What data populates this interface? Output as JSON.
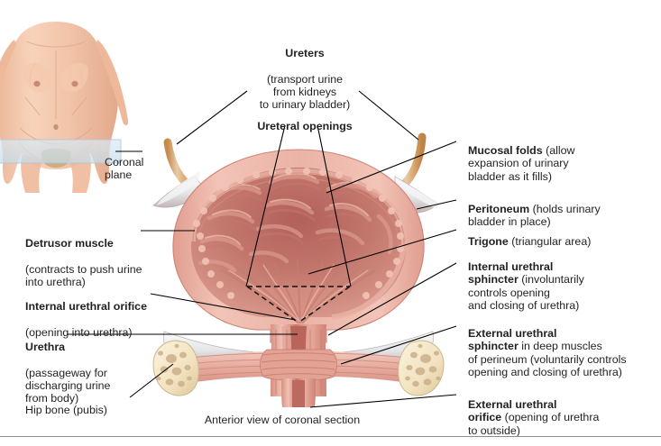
{
  "figure": {
    "title": "Urinary bladder, anterior view of coronal section",
    "caption": "Anterior view of coronal section",
    "background_color": "#ffffff",
    "rule_color": "#8d8d8d"
  },
  "inset": {
    "name": "female torso with coronal plane",
    "plane_label": "Coronal\nplane",
    "plane_color": "#cfe3ef",
    "skin_color": "#f3c5a8"
  },
  "labels": {
    "ureters": {
      "bold": "Ureters",
      "rest": "(transport urine\nfrom kidneys\nto urinary bladder)"
    },
    "ureteral_openings": {
      "bold": "Ureteral openings",
      "rest": ""
    },
    "mucosal_folds": {
      "bold": "Mucosal folds",
      "rest": " (allow\nexpansion of urinary\nbladder as it fills)"
    },
    "peritoneum": {
      "bold": "Peritoneum",
      "rest": " (holds urinary\nbladder in place)"
    },
    "trigone": {
      "bold": "Trigone",
      "rest": " (triangular area)"
    },
    "internal_urethral_sphincter": {
      "bold": "Internal urethral\nsphincter",
      "rest": " (involuntarily\ncontrols opening\nand closing of urethra)"
    },
    "external_urethral_sphincter": {
      "bold": "External urethral\nsphincter",
      "rest": " in deep muscles\nof perineum (voluntarily controls\nopening and closing of urethra)"
    },
    "external_urethral_orifice": {
      "bold": "External urethral\norifice",
      "rest": " (opening of urethra\nto outside)"
    },
    "detrusor_muscle": {
      "bold": "Detrusor muscle",
      "rest": "(contracts to push urine\ninto urethra)"
    },
    "internal_urethral_orifice": {
      "bold": "Internal urethral orifice",
      "rest": "(opening into urethra)"
    },
    "urethra": {
      "bold": "Urethra",
      "rest": "(passageway for\ndischarging urine\nfrom body)"
    },
    "hip_bone": {
      "bold": "",
      "rest": "Hip bone (pubis)"
    }
  },
  "colors": {
    "mucosa_dark": "#b5625a",
    "mucosa_mid": "#d08b7f",
    "mucosa_light": "#e4a99c",
    "detrusor": "#eab3a6",
    "detrusor_edge": "#d99184",
    "ureter": "#d9a067",
    "ureter_light": "#f0d3ae",
    "peritoneum": "#dfe0e2",
    "bone": "#f3e4c4",
    "bone_edge": "#d9c39a",
    "muscle": "#e7b0a4",
    "leader_line": "#000000"
  }
}
